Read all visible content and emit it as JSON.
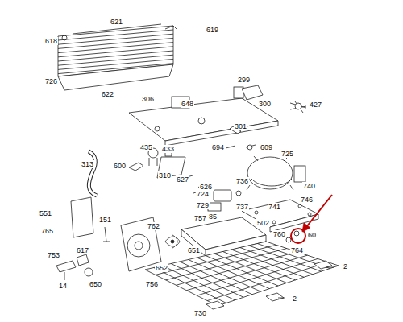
{
  "diagram": {
    "labels": [
      "621",
      "618",
      "619",
      "726",
      "622",
      "306",
      "648",
      "299",
      "300",
      "427",
      "301",
      "694",
      "609",
      "435",
      "433",
      "600",
      "313",
      "310",
      "627",
      "626",
      "725",
      "736",
      "740",
      "724",
      "729",
      "737",
      "85",
      "757",
      "502",
      "746",
      "741",
      "551",
      "151",
      "762",
      "765",
      "753",
      "617",
      "760",
      "60",
      "764",
      "651",
      "652",
      "14",
      "650",
      "756",
      "730",
      "2",
      "2"
    ]
  }
}
